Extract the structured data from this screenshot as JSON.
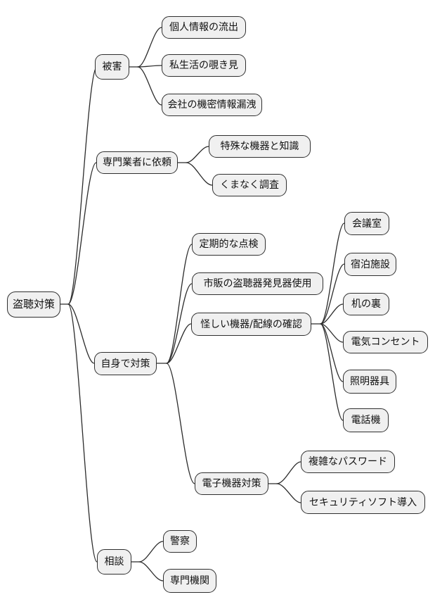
{
  "diagram": {
    "type": "mindmap",
    "root_label": "盗聴対策",
    "colors": {
      "background": "#ffffff",
      "node_fill": "#f0f0f0",
      "node_border": "#2f2f2f",
      "edge_line": "#2b2b2b",
      "text": "#111111"
    },
    "nodes": {
      "root": {
        "label": "盗聴対策"
      },
      "higai": {
        "label": "被害"
      },
      "kojin": {
        "label": "個人情報の流出"
      },
      "shiseikatsu": {
        "label": "私生活の覗き見"
      },
      "kimitsu": {
        "label": "会社の機密情報漏洩"
      },
      "senmon": {
        "label": "専門業者に依頼"
      },
      "tokushu": {
        "label": "特殊な機器と知識"
      },
      "kumanaku": {
        "label": "くまなく調査"
      },
      "jishin": {
        "label": "自身で対策"
      },
      "teiki": {
        "label": "定期的な点検"
      },
      "shihan": {
        "label": "市販の盗聴器発見器使用"
      },
      "ayashii": {
        "label": "怪しい機器/配線の確認"
      },
      "kaigi": {
        "label": "会議室"
      },
      "shukuhaku": {
        "label": "宿泊施設"
      },
      "tsukue": {
        "label": "机の裏"
      },
      "concent": {
        "label": "電気コンセント"
      },
      "shoumei": {
        "label": "照明器具"
      },
      "denwa": {
        "label": "電話機"
      },
      "denshi": {
        "label": "電子機器対策"
      },
      "password": {
        "label": "複雑なパスワード"
      },
      "security": {
        "label": "セキュリティソフト導入"
      },
      "soudan": {
        "label": "相談"
      },
      "keisatsu": {
        "label": "警察"
      },
      "senmonkikan": {
        "label": "専門機関"
      }
    },
    "hierarchy": {
      "盗聴対策": {
        "被害": [
          "個人情報の流出",
          "私生活の覗き見",
          "会社の機密情報漏洩"
        ],
        "専門業者に依頼": [
          "特殊な機器と知識",
          "くまなく調査"
        ],
        "自身で対策": {
          "定期的な点検": [],
          "市販の盗聴器発見器使用": [],
          "怪しい機器/配線の確認": [
            "会議室",
            "宿泊施設",
            "机の裏",
            "電気コンセント",
            "照明器具",
            "電話機"
          ],
          "電子機器対策": [
            "複雑なパスワード",
            "セキュリティソフト導入"
          ]
        },
        "相談": [
          "警察",
          "専門機関"
        ]
      }
    }
  }
}
